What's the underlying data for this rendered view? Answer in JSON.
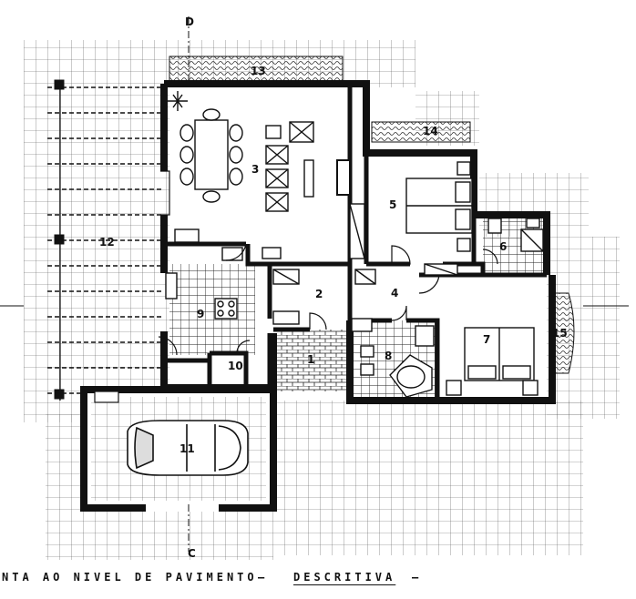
{
  "caption": {
    "title": "NTA AO NIVEL DE PAVIMENTO",
    "dash_left": "—",
    "subtitle": "DESCRITIVA",
    "dash_right": "—"
  },
  "section_marks": {
    "top": "D",
    "bottom": "C"
  },
  "rooms": {
    "r1": "1",
    "r2": "2",
    "r3": "3",
    "r4": "4",
    "r5": "5",
    "r6": "6",
    "r7": "7",
    "r8": "8",
    "r9": "9",
    "r10": "10",
    "r11": "11",
    "r12": "12",
    "r13": "13",
    "r14": "14",
    "r15": "15"
  }
}
